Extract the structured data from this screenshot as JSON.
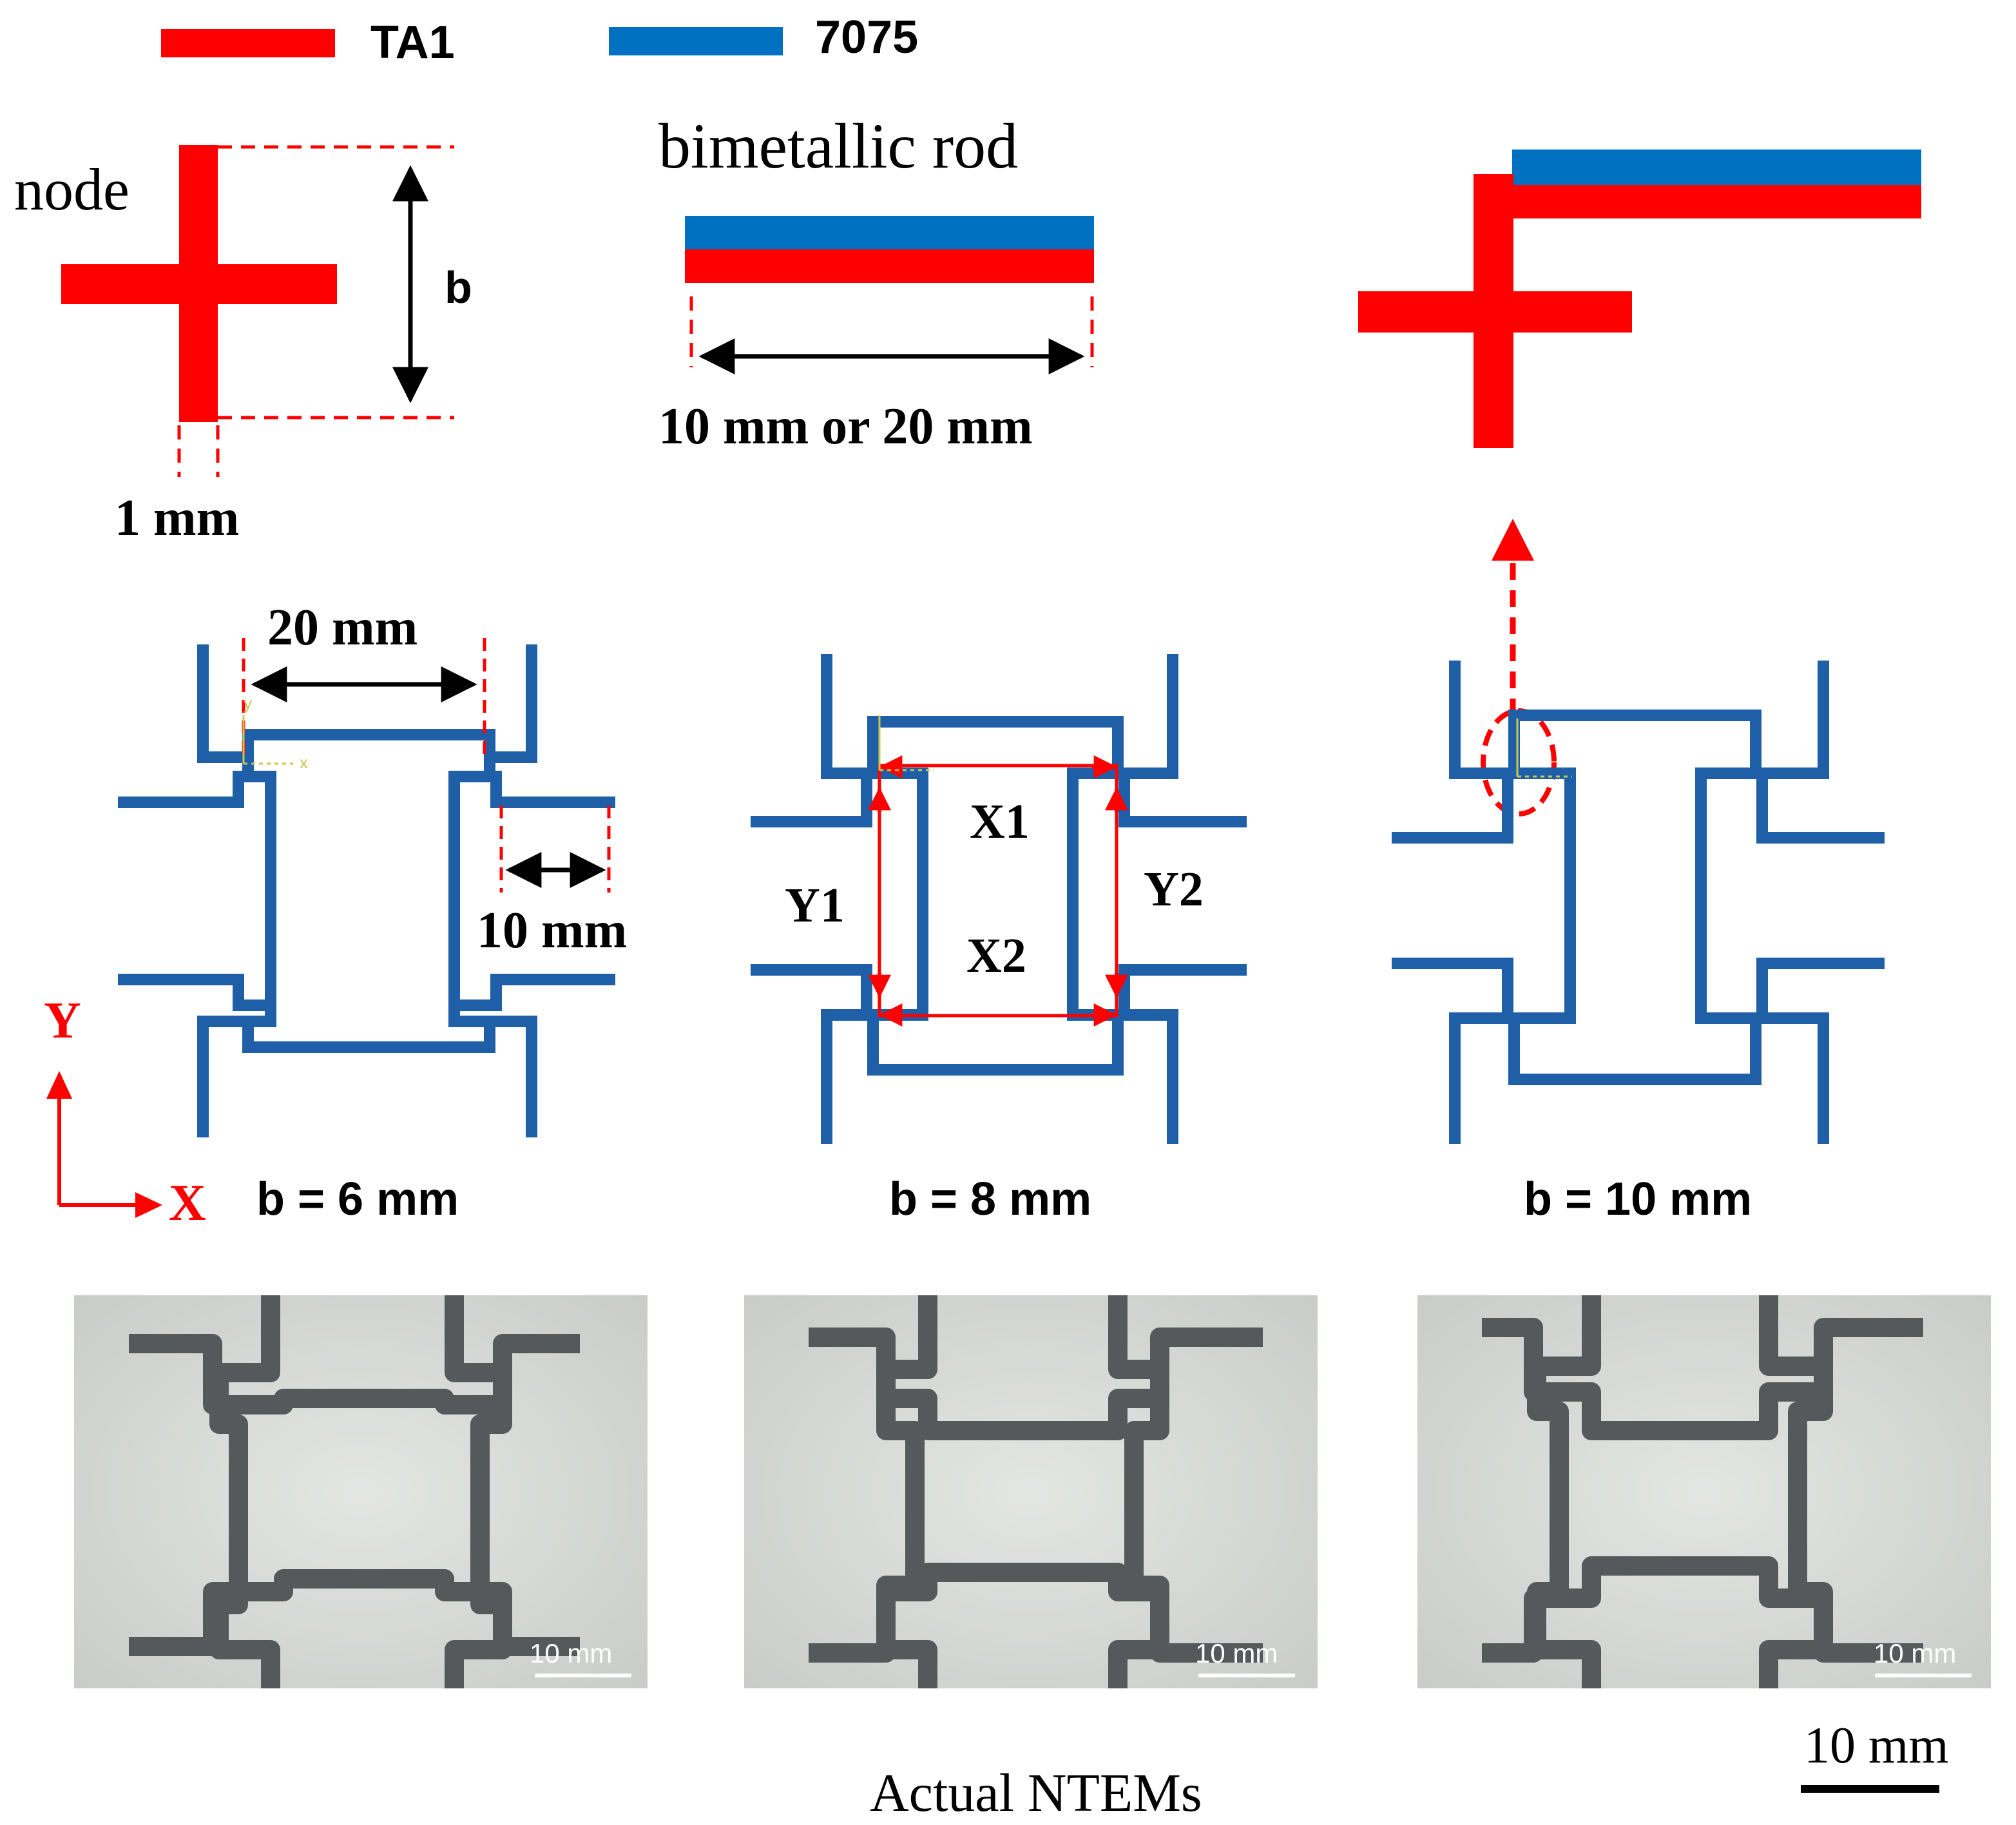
{
  "legend": [
    {
      "label": "TA1",
      "color": "#ff0000"
    },
    {
      "label": "7075",
      "color": "#0070c0"
    }
  ],
  "node": {
    "label": "node",
    "dim_b": "b",
    "dim_width": "1 mm"
  },
  "rod": {
    "title": "bimetallic rod",
    "length": "10 mm or 20 mm"
  },
  "structures": [
    {
      "caption": "b = 6 mm",
      "dim_top": "20 mm",
      "dim_side": "10 mm"
    },
    {
      "caption": "b = 8 mm",
      "labels": [
        "X1",
        "X2",
        "Y1",
        "Y2"
      ]
    },
    {
      "caption": "b = 10 mm"
    }
  ],
  "axes": {
    "y": "Y",
    "x": "X",
    "local_y": "y",
    "local_x": "x"
  },
  "photos": [
    {
      "scale": "10 mm"
    },
    {
      "scale": "10 mm"
    },
    {
      "scale": "10 mm"
    }
  ],
  "photos_caption": "Actual NTEMs",
  "scale_bar": "10 mm",
  "colors": {
    "ta1": "#ff0000",
    "al7075": "#1f5fa8",
    "red_line": "#ff0000",
    "photo_bg": "#d9dcd8",
    "photo_strut": "#55595c"
  }
}
